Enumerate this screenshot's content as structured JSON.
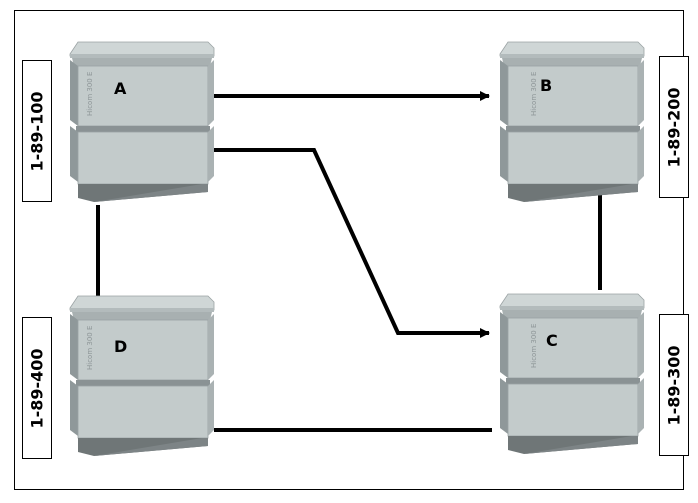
{
  "nodes": [
    {
      "id": "A",
      "letter": "A",
      "number": "1-89-100",
      "brand": "Hicom 300 E"
    },
    {
      "id": "B",
      "letter": "B",
      "number": "1-89-200",
      "brand": "Hicom 300 E"
    },
    {
      "id": "C",
      "letter": "C",
      "number": "1-89-300",
      "brand": "Hicom 300 E"
    },
    {
      "id": "D",
      "letter": "D",
      "number": "1-89-400",
      "brand": "Hicom 300 E"
    }
  ],
  "colors": {
    "cabinet_light": "#cfd6d6",
    "cabinet_front": "#bfc7c7",
    "cabinet_side": "#97a0a1",
    "cabinet_dark": "#6f7677",
    "cabinet_base": "#7d8486",
    "line": "#000000"
  },
  "connections": [
    {
      "from": "A",
      "to": "B",
      "directed": true
    },
    {
      "from": "A",
      "to": "C",
      "directed": true
    },
    {
      "from": "A",
      "to": "D",
      "directed": true
    },
    {
      "from": "B",
      "to": "C",
      "directed": false
    },
    {
      "from": "D",
      "to": "C",
      "directed": false
    }
  ]
}
